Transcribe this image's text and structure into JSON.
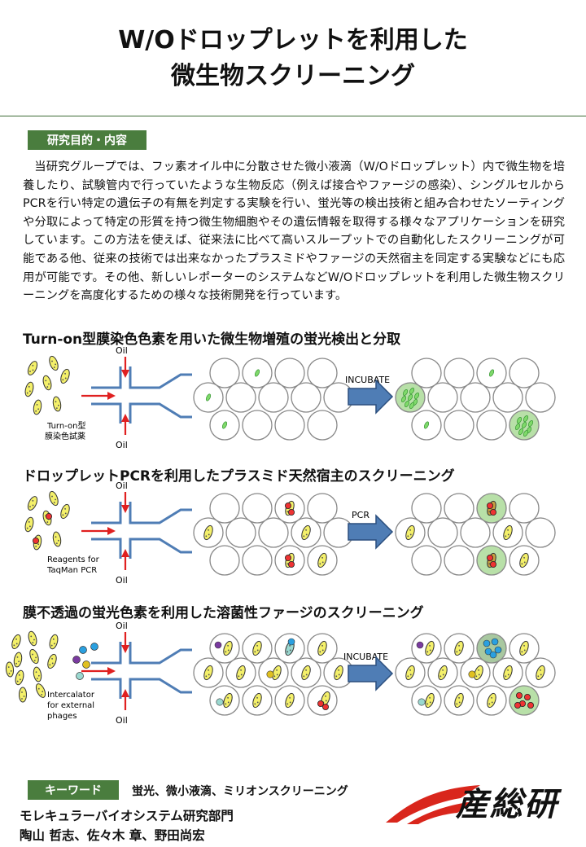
{
  "header": {
    "title_line1": "W/Oドロップレットを利用した",
    "title_line2": "微生物スクリーニング"
  },
  "intro": {
    "badge": "研究目的・内容",
    "text": "当研究グループでは、フッ素オイル中に分散させた微小液滴（W/Oドロップレット）内で微生物を培養したり、試験管内で行っていたような生物反応（例えば接合やファージの感染）、シングルセルからPCRを行い特定の遺伝子の有無を判定する実験を行い、蛍光等の検出技術と組み合わせたソーティングや分取によって特定の形質を持つ微生物細胞やその遺伝情報を取得する様々なアプリケーションを研究しています。この方法を使えば、従来法に比べて高いスループットでの自動化したスクリーニングが可能である他、従来の技術では出来なかったプラスミドやファージの天然宿主を同定する実験などにも応用が可能です。その他、新しいレポーターのシステムなどW/Oドロップレットを利用した微生物スクリーニングを高度化するための様々な技術開発を行っています。"
  },
  "sections": [
    {
      "title": "Turn-on型膜染色色素を用いた微生物増殖の蛍光検出と分取",
      "oil_top": "Oil",
      "oil_bottom": "Oil",
      "reagent_line1": "Turn-on型",
      "reagent_line2": "膜染色試薬",
      "reagent_line3": "",
      "step": "INCUBATE"
    },
    {
      "title": "ドロップレットPCRを利用したプラスミド天然宿主のスクリーニング",
      "oil_top": "Oil",
      "oil_bottom": "Oil",
      "reagent_line1": "Reagents for",
      "reagent_line2": "TaqMan PCR",
      "reagent_line3": "",
      "step": "PCR"
    },
    {
      "title": "膜不透過の蛍光色素を利用した溶菌性ファージのスクリーニング",
      "oil_top": "Oil",
      "oil_bottom": "Oil",
      "reagent_line1": "Intercalator",
      "reagent_line2": "for external",
      "reagent_line3": "phages",
      "step": "INCUBATE"
    }
  ],
  "keywords": {
    "badge": "キーワード",
    "text": "蛍光、微小液滴、ミリオンスクリーニング"
  },
  "footer": {
    "department": "モレキュラーバイオシステム研究部門",
    "authors": "陶山 哲志、佐々木 章、野田尚宏",
    "logo": "産総研"
  },
  "colors": {
    "badge_green": "#4a7d3e",
    "arrow_red": "#e02020",
    "channel_blue": "#4f7db5",
    "bacteria_yellow": "#f4f06a",
    "green_fluor": "#7fd96a",
    "logo_red": "#d9261c"
  }
}
